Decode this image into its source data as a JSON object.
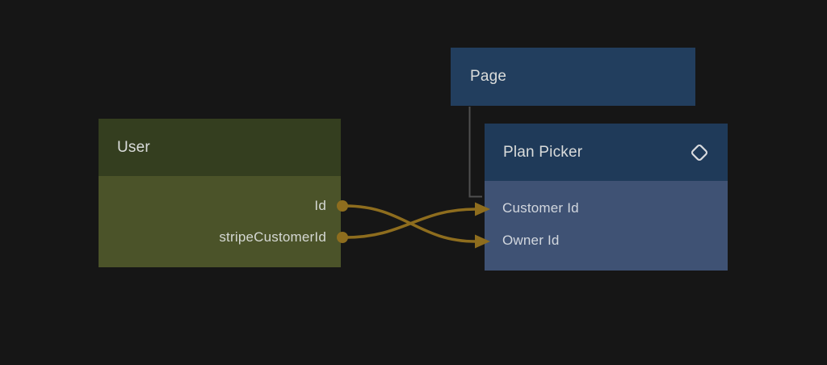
{
  "canvas": {
    "background": "#161616"
  },
  "nodes": {
    "user": {
      "title": "User",
      "fields": [
        "Id",
        "stripeCustomerId"
      ],
      "header_color": "#343e1f",
      "body_color": "#4b5329"
    },
    "page": {
      "title": "Page",
      "color": "#223e5e"
    },
    "plan_picker": {
      "title": "Plan Picker",
      "icon": "diamond-icon",
      "fields": [
        "Customer Id",
        "Owner Id"
      ],
      "header_color": "#1f3a59",
      "body_color": "#3f5274",
      "icon_color": "#d8dade"
    }
  },
  "edges": {
    "color": "#8e6d1e",
    "connections": [
      {
        "from": "User.Id",
        "to": "Plan Picker.Owner Id"
      },
      {
        "from": "User.stripeCustomerId",
        "to": "Plan Picker.Customer Id"
      }
    ],
    "hierarchy_link": {
      "from": "Page",
      "to": "Plan Picker",
      "color": "#4f4f4f"
    }
  }
}
